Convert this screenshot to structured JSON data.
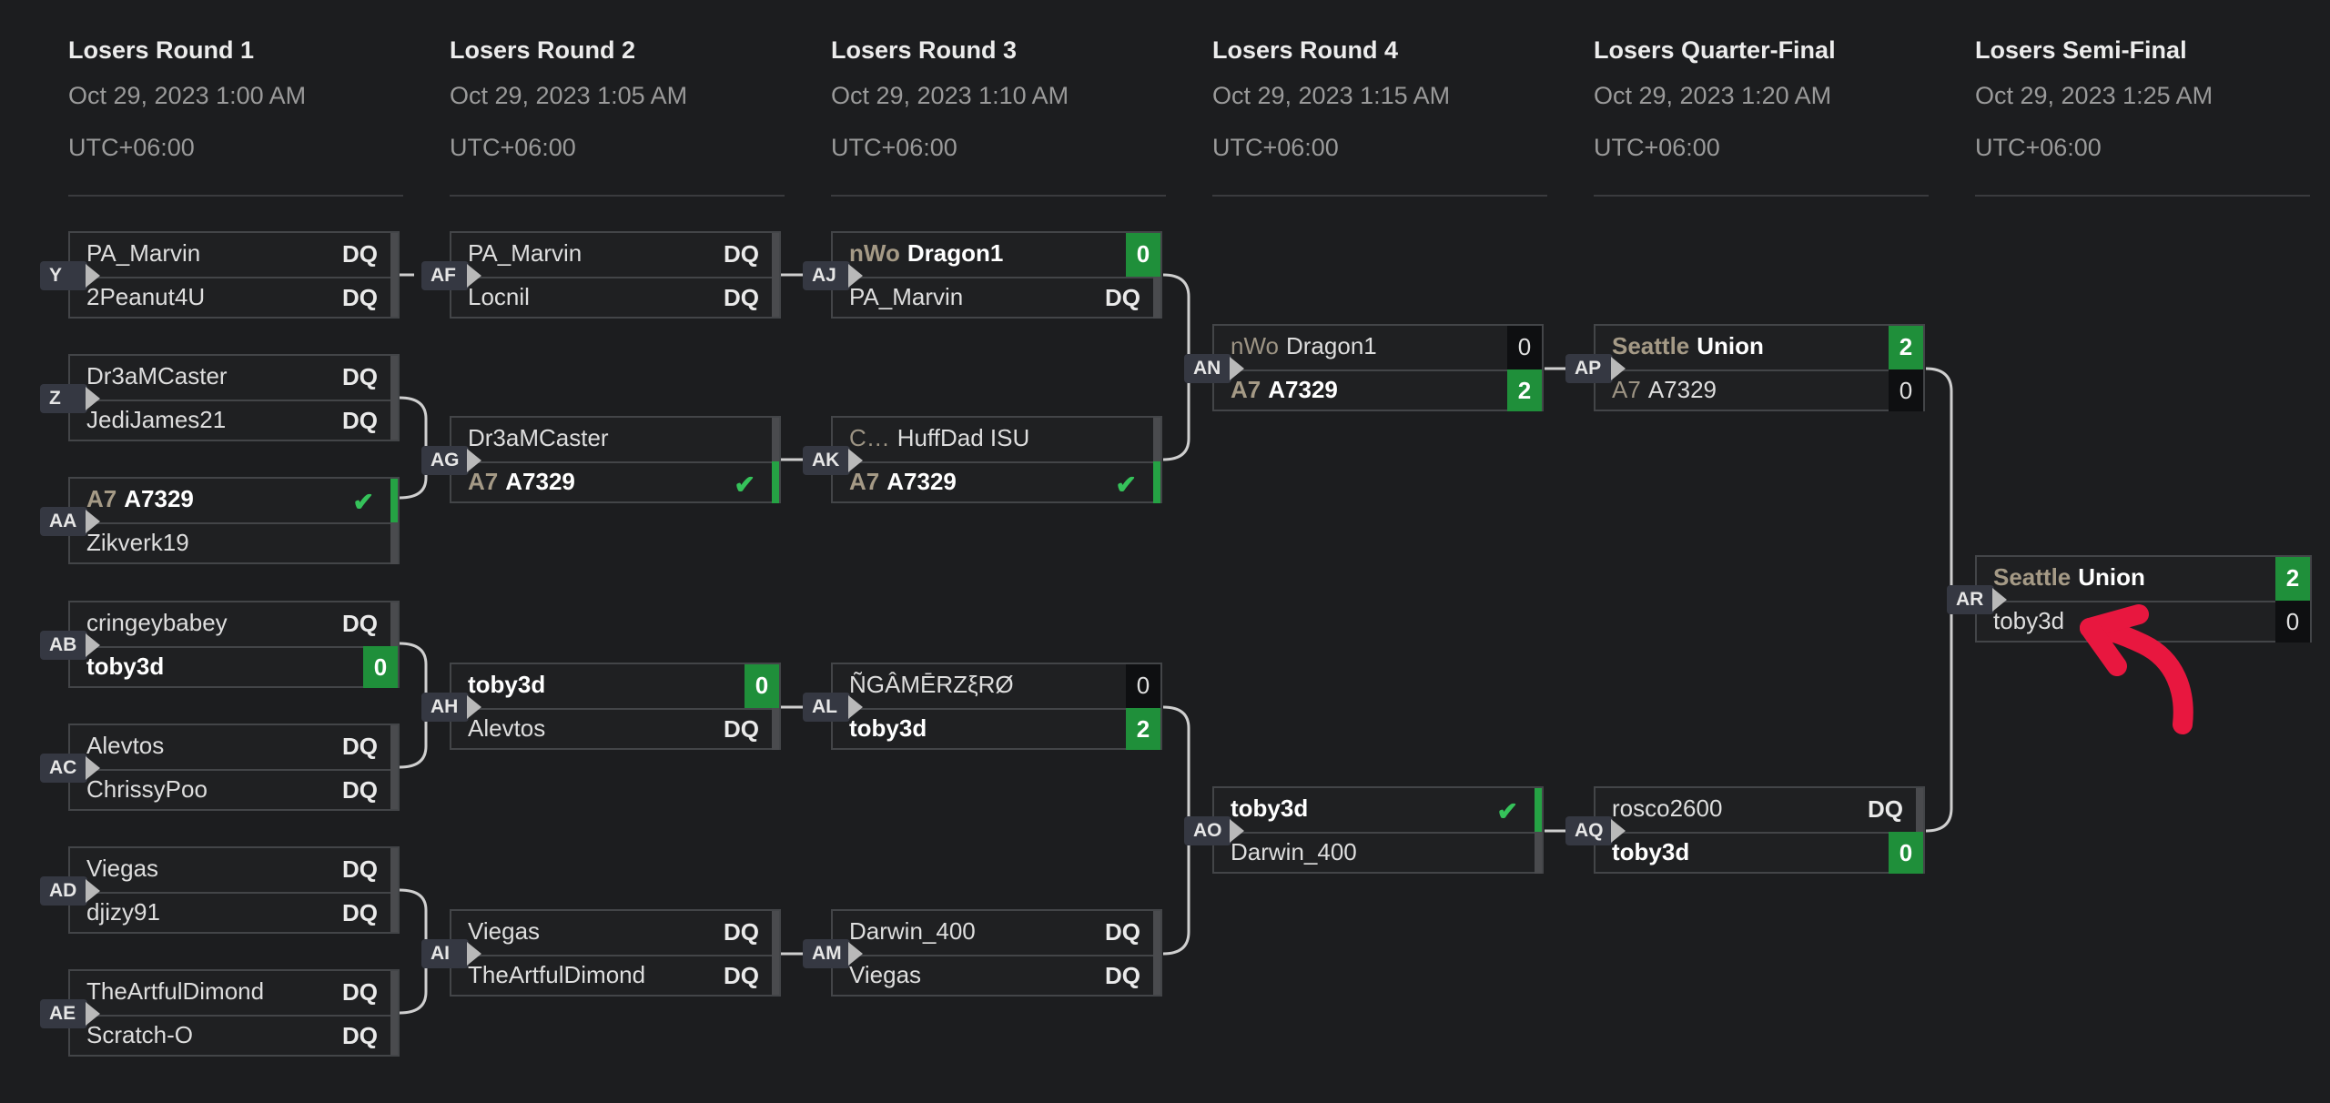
{
  "rounds": [
    {
      "title": "Losers Round 1",
      "date": "Oct 29, 2023 1:00 AM",
      "tz": "UTC+06:00"
    },
    {
      "title": "Losers Round 2",
      "date": "Oct 29, 2023 1:05 AM",
      "tz": "UTC+06:00"
    },
    {
      "title": "Losers Round 3",
      "date": "Oct 29, 2023 1:10 AM",
      "tz": "UTC+06:00"
    },
    {
      "title": "Losers Round 4",
      "date": "Oct 29, 2023 1:15 AM",
      "tz": "UTC+06:00"
    },
    {
      "title": "Losers Quarter-Final",
      "date": "Oct 29, 2023 1:20 AM",
      "tz": "UTC+06:00"
    },
    {
      "title": "Losers Semi-Final",
      "date": "Oct 29, 2023 1:25 AM",
      "tz": "UTC+06:00"
    }
  ],
  "matches": {
    "Y": {
      "label": "Y",
      "p1": {
        "name": "PA_Marvin",
        "score": "DQ"
      },
      "p2": {
        "name": "2Peanut4U",
        "score": "DQ"
      }
    },
    "Z": {
      "label": "Z",
      "p1": {
        "name": "Dr3aMCaster",
        "score": "DQ"
      },
      "p2": {
        "name": "JediJames21",
        "score": "DQ"
      }
    },
    "AA": {
      "label": "AA",
      "p1": {
        "tag": "A7",
        "name": "A7329",
        "score": "✔"
      },
      "p2": {
        "name": "Zikverk19",
        "score": ""
      }
    },
    "AB": {
      "label": "AB",
      "p1": {
        "name": "cringeybabey",
        "score": "DQ"
      },
      "p2": {
        "name": "toby3d",
        "score": "0"
      }
    },
    "AC": {
      "label": "AC",
      "p1": {
        "name": "Alevtos",
        "score": "DQ"
      },
      "p2": {
        "name": "ChrissyPoo",
        "score": "DQ"
      }
    },
    "AD": {
      "label": "AD",
      "p1": {
        "name": "Viegas",
        "score": "DQ"
      },
      "p2": {
        "name": "djizy91",
        "score": "DQ"
      }
    },
    "AE": {
      "label": "AE",
      "p1": {
        "name": "TheArtfulDimond",
        "score": "DQ"
      },
      "p2": {
        "name": "Scratch-O",
        "score": "DQ"
      }
    },
    "AF": {
      "label": "AF",
      "p1": {
        "name": "PA_Marvin",
        "score": "DQ"
      },
      "p2": {
        "name": "Locnil",
        "score": "DQ"
      }
    },
    "AG": {
      "label": "AG",
      "p1": {
        "name": "Dr3aMCaster",
        "score": ""
      },
      "p2": {
        "tag": "A7",
        "name": "A7329",
        "score": "✔"
      }
    },
    "AH": {
      "label": "AH",
      "p1": {
        "name": "toby3d",
        "score": "0"
      },
      "p2": {
        "name": "Alevtos",
        "score": "DQ"
      }
    },
    "AI": {
      "label": "AI",
      "p1": {
        "name": "Viegas",
        "score": "DQ"
      },
      "p2": {
        "name": "TheArtfulDimond",
        "score": "DQ"
      }
    },
    "AJ": {
      "label": "AJ",
      "p1": {
        "tag": "nWo",
        "name": "Dragon1",
        "score": "0"
      },
      "p2": {
        "name": "PA_Marvin",
        "score": "DQ"
      }
    },
    "AK": {
      "label": "AK",
      "p1": {
        "tag": "C…",
        "name": "HuffDad ISU",
        "score": ""
      },
      "p2": {
        "tag": "A7",
        "name": "A7329",
        "score": "✔"
      }
    },
    "AL": {
      "label": "AL",
      "p1": {
        "name": "ÑGÂMĒRZξRØ",
        "score": "0"
      },
      "p2": {
        "name": "toby3d",
        "score": "2"
      }
    },
    "AM": {
      "label": "AM",
      "p1": {
        "name": "Darwin_400",
        "score": "DQ"
      },
      "p2": {
        "name": "Viegas",
        "score": "DQ"
      }
    },
    "AN": {
      "label": "AN",
      "p1": {
        "tag": "nWo",
        "name": "Dragon1",
        "score": "0"
      },
      "p2": {
        "tag": "A7",
        "name": "A7329",
        "score": "2"
      }
    },
    "AO": {
      "label": "AO",
      "p1": {
        "name": "toby3d",
        "score": "✔"
      },
      "p2": {
        "name": "Darwin_400",
        "score": ""
      }
    },
    "AP": {
      "label": "AP",
      "p1": {
        "tag": "Seattle",
        "name": "Union",
        "score": "2"
      },
      "p2": {
        "tag": "A7",
        "name": "A7329",
        "score": "0"
      }
    },
    "AQ": {
      "label": "AQ",
      "p1": {
        "name": "rosco2600",
        "score": "DQ"
      },
      "p2": {
        "name": "toby3d",
        "score": "0"
      }
    },
    "AR": {
      "label": "AR",
      "p1": {
        "tag": "Seattle",
        "name": "Union",
        "score": "2"
      },
      "p2": {
        "name": "toby3d",
        "score": "0"
      }
    }
  },
  "colors": {
    "background": "#1c1d1f",
    "win_score": "#1f8f3a",
    "check": "#35c25a",
    "annotation": "#e8173f"
  }
}
